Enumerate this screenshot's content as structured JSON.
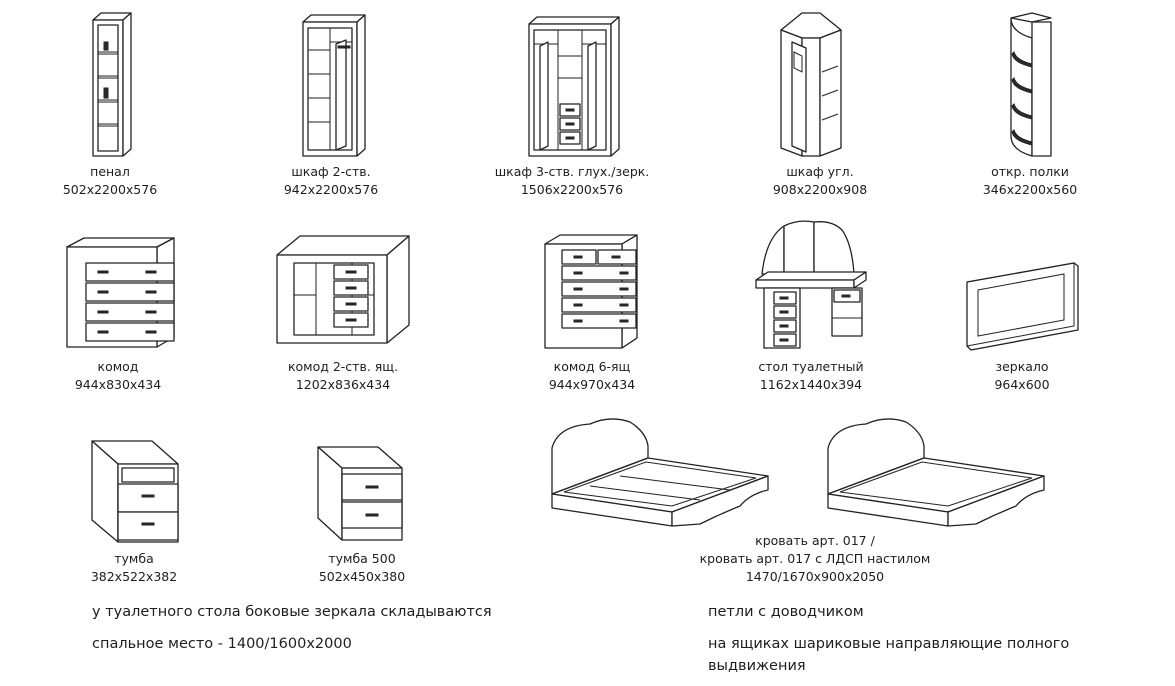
{
  "items": [
    {
      "name": "пенал",
      "size": "502x2200x576"
    },
    {
      "name": "шкаф 2-ств.",
      "size": "942x2200x576"
    },
    {
      "name": "шкаф 3-ств. глух./зерк.",
      "size": "1506x2200x576"
    },
    {
      "name": "шкаф угл.",
      "size": "908x2200x908"
    },
    {
      "name": "откр. полки",
      "size": "346x2200x560"
    },
    {
      "name": "комод",
      "size": "944x830x434"
    },
    {
      "name": "комод 2-ств. ящ.",
      "size": "1202x836x434"
    },
    {
      "name": "комод 6-ящ",
      "size": "944x970x434"
    },
    {
      "name": "стол туалетный",
      "size": "1162x1440x394"
    },
    {
      "name": "зеркало",
      "size": "964x600"
    },
    {
      "name": "тумба",
      "size": "382x522x382"
    },
    {
      "name": "тумба 500",
      "size": "502x450x380"
    }
  ],
  "bed": {
    "line1": "кровать арт. 017 /",
    "line2": "кровать арт. 017 с ЛДСП настилом",
    "size": "1470/1670x900x2050"
  },
  "notes": {
    "left1": "у туалетного стола боковые зеркала складываются",
    "left2": "спальное место - 1400/1600x2000",
    "right1": "петли с доводчиком",
    "right2a": "на ящиках шариковые направляющие полного",
    "right2b": "выдвижения"
  }
}
